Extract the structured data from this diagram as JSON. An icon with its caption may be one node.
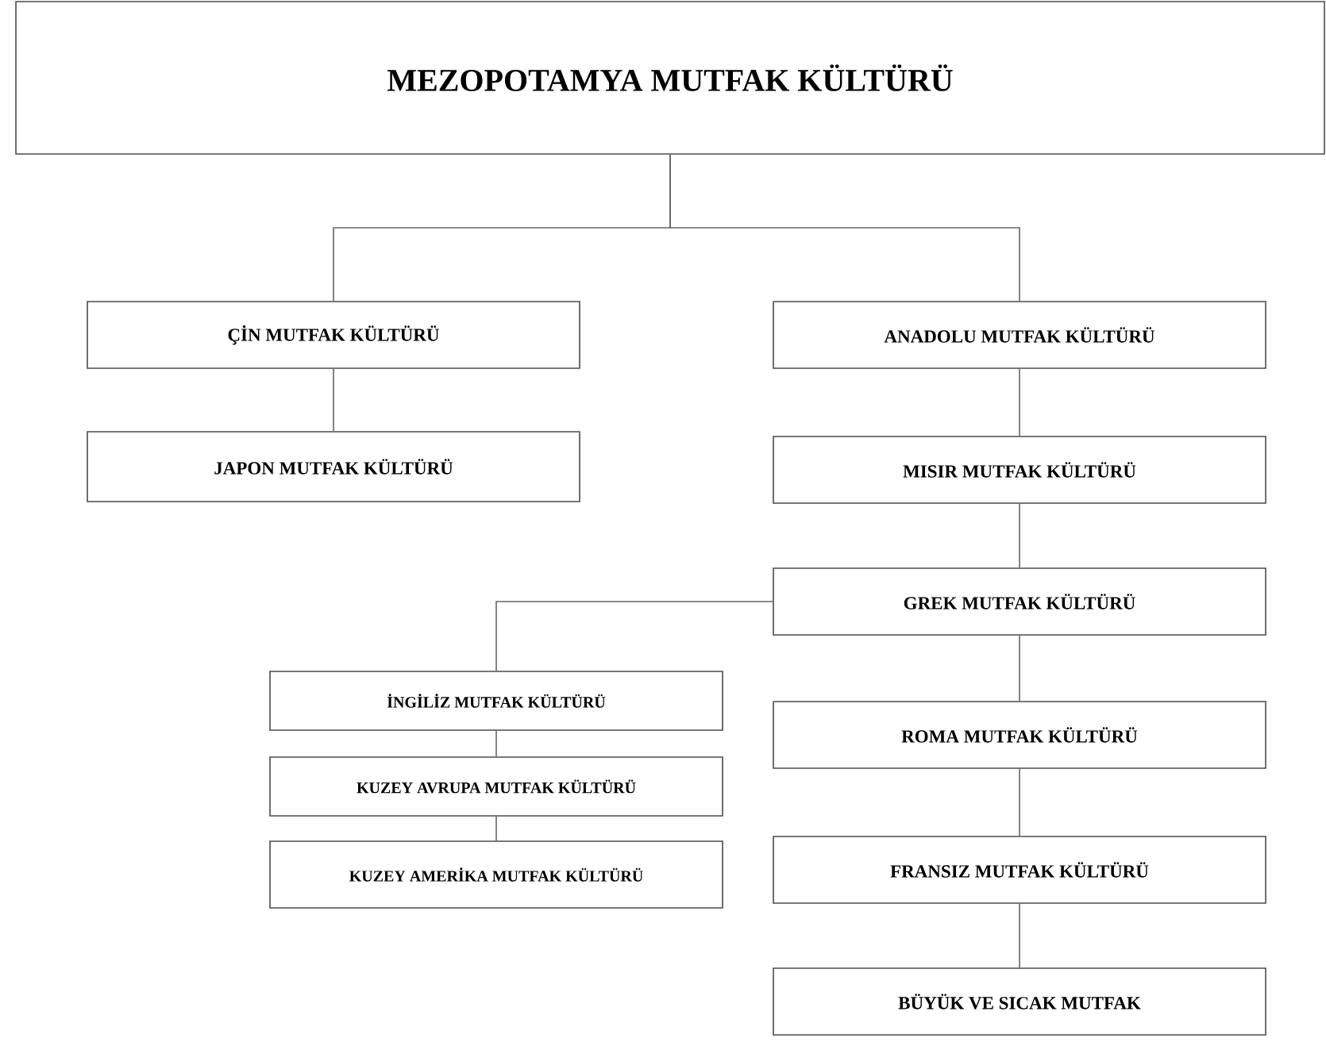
{
  "diagram": {
    "nodes": [
      {
        "text": [
          "MEZOPOTAMYA MUTFAK KÜLTÜRÜ"
        ]
      },
      {
        "text": [
          "ÇİN MUTFAK KÜLTÜRÜ"
        ]
      },
      {
        "text": [
          "ANADOLU MUTFAK KÜLTÜRÜ"
        ]
      },
      {
        "text": [
          "JAPON MUTFAK KÜLTÜRÜ"
        ]
      },
      {
        "text": [
          "MISIR MUTFAK KÜLTÜRÜ"
        ]
      },
      {
        "text": [
          "GREK MUTFAK KÜLTÜRÜ"
        ]
      },
      {
        "text": [
          "İNGİLİZ MUTFAK KÜLTÜRÜ"
        ]
      },
      {
        "text": [
          "ROMA MUTFAK KÜLTÜRÜ"
        ]
      },
      {
        "text": [
          "KUZEY AVRUPA MUTFAK KÜLTÜRÜ"
        ]
      },
      {
        "text": [
          "FRANSIZ MUTFAK KÜLTÜRÜ"
        ]
      },
      {
        "text": [
          "KUZEY AMERİKA MUTFAK KÜLTÜRÜ"
        ]
      },
      {
        "text": [
          "BÜYÜK VE SICAK MUTFAK"
        ]
      }
    ],
    "edges": [
      {
        "from": 0,
        "to": 1,
        "arrow": "none"
      },
      {
        "from": 0,
        "to": 2,
        "arrow": "none"
      },
      {
        "from": 1,
        "to": 3,
        "arrow": "none"
      },
      {
        "from": 2,
        "to": 4,
        "arrow": "none"
      },
      {
        "from": 4,
        "to": 5,
        "arrow": "none"
      },
      {
        "from": 5,
        "to": 6,
        "arrow": "none"
      },
      {
        "from": 5,
        "to": 7,
        "arrow": "none"
      },
      {
        "from": 6,
        "to": 8,
        "arrow": "none"
      },
      {
        "from": 7,
        "to": 9,
        "arrow": "none"
      },
      {
        "from": 8,
        "to": 10,
        "arrow": "none"
      },
      {
        "from": 9,
        "to": 11,
        "arrow": "none"
      }
    ]
  }
}
